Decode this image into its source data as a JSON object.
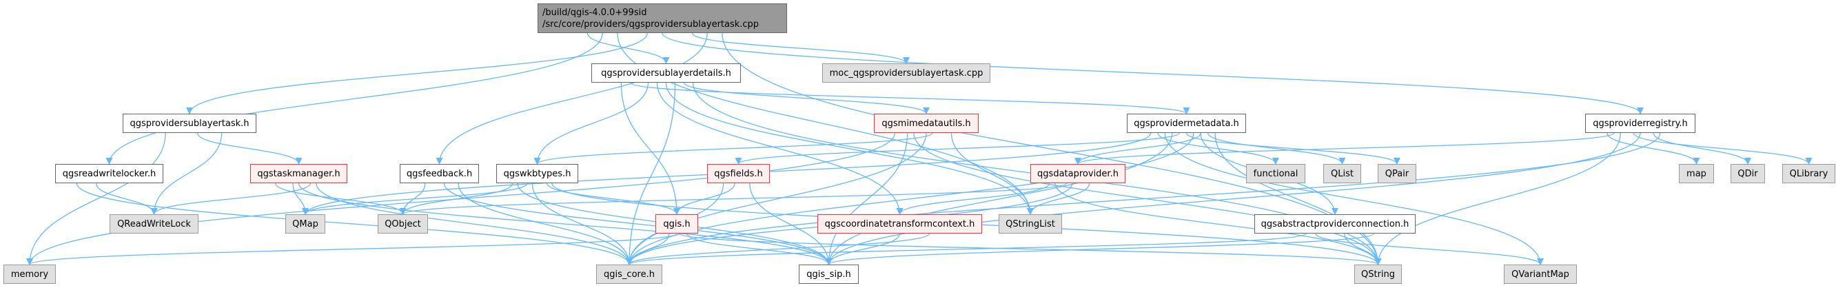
{
  "root": {
    "line1": "/build/qgis-4.0.0+99sid",
    "line2": "/src/core/providers/qgsprovidersublayertask.cpp"
  },
  "nodes": {
    "details": "qgsprovidersublayerdetails.h",
    "moc": "moc_qgsprovidersublayertask.cpp",
    "task": "qgsprovidersublayertask.h",
    "mime": "qgsmimedatautils.h",
    "metadata": "qgsprovidermetadata.h",
    "registry": "qgsproviderregistry.h",
    "rwlocker": "qgsreadwritelocker.h",
    "taskmanager": "qgstaskmanager.h",
    "feedback": "qgsfeedback.h",
    "wkbtypes": "qgswkbtypes.h",
    "fields": "qgsfields.h",
    "dataprovider": "qgsdataprovider.h",
    "functional": "functional",
    "qlist": "QList",
    "qpair": "QPair",
    "map": "map",
    "qdir": "QDir",
    "qlibrary": "QLibrary",
    "qrwlock": "QReadWriteLock",
    "qmap": "QMap",
    "qobject": "QObject",
    "qgis": "qgis.h",
    "ctc": "qgscoordinatetransformcontext.h",
    "qstringlist": "QStringList",
    "apc": "qgsabstractproviderconnection.h",
    "qvariantmap": "QVariantMap",
    "memory": "memory",
    "core": "qgis_core.h",
    "sip": "qgis_sip.h",
    "qstring": "QString"
  },
  "edges": [
    [
      "root",
      "details"
    ],
    [
      "root",
      "moc"
    ],
    [
      "root",
      "task"
    ],
    [
      "root",
      "rwlocker"
    ],
    [
      "root",
      "feedback"
    ],
    [
      "root",
      "registry"
    ],
    [
      "root",
      "qstringlist"
    ],
    [
      "root",
      "qstring"
    ],
    [
      "details",
      "core"
    ],
    [
      "details",
      "wkbtypes"
    ],
    [
      "details",
      "qgis"
    ],
    [
      "details",
      "mime"
    ],
    [
      "details",
      "ctc"
    ],
    [
      "details",
      "metadata"
    ],
    [
      "details",
      "qstring"
    ],
    [
      "details",
      "qstringlist"
    ],
    [
      "task",
      "memory"
    ],
    [
      "task",
      "qrwlock"
    ],
    [
      "task",
      "taskmanager"
    ],
    [
      "rwlocker",
      "qrwlock"
    ],
    [
      "rwlocker",
      "core"
    ],
    [
      "taskmanager",
      "qrwlock"
    ],
    [
      "taskmanager",
      "qmap"
    ],
    [
      "taskmanager",
      "qobject"
    ],
    [
      "taskmanager",
      "core"
    ],
    [
      "taskmanager",
      "sip"
    ],
    [
      "feedback",
      "qobject"
    ],
    [
      "feedback",
      "core"
    ],
    [
      "feedback",
      "sip"
    ],
    [
      "wkbtypes",
      "qmap"
    ],
    [
      "wkbtypes",
      "qobject"
    ],
    [
      "wkbtypes",
      "qgis"
    ],
    [
      "wkbtypes",
      "core"
    ],
    [
      "wkbtypes",
      "sip"
    ],
    [
      "wkbtypes",
      "qstring"
    ],
    [
      "mime",
      "core"
    ],
    [
      "mime",
      "sip"
    ],
    [
      "mime",
      "qstringlist"
    ],
    [
      "mime",
      "wkbtypes"
    ],
    [
      "mime",
      "qstring"
    ],
    [
      "mime",
      "memory"
    ],
    [
      "metadata",
      "dataprovider"
    ],
    [
      "metadata",
      "fields"
    ],
    [
      "metadata",
      "functional"
    ],
    [
      "metadata",
      "qlist"
    ],
    [
      "metadata",
      "qpair"
    ],
    [
      "metadata",
      "qvariantmap"
    ],
    [
      "metadata",
      "qstring"
    ],
    [
      "metadata",
      "core"
    ],
    [
      "metadata",
      "sip"
    ],
    [
      "metadata",
      "qmap"
    ],
    [
      "metadata",
      "apc"
    ],
    [
      "fields",
      "qgis"
    ],
    [
      "fields",
      "core"
    ],
    [
      "fields",
      "sip"
    ],
    [
      "qgis",
      "memory"
    ],
    [
      "qgis",
      "core"
    ],
    [
      "qgis",
      "sip"
    ],
    [
      "qgis",
      "qstring"
    ],
    [
      "dataprovider",
      "qobject"
    ],
    [
      "dataprovider",
      "ctc"
    ],
    [
      "dataprovider",
      "qstringlist"
    ],
    [
      "dataprovider",
      "core"
    ],
    [
      "dataprovider",
      "qstring"
    ],
    [
      "ctc",
      "core"
    ],
    [
      "ctc",
      "sip"
    ],
    [
      "apc",
      "core"
    ],
    [
      "apc",
      "sip"
    ],
    [
      "apc",
      "qstring"
    ],
    [
      "apc",
      "qvariantmap"
    ],
    [
      "registry",
      "map"
    ],
    [
      "registry",
      "qdir"
    ],
    [
      "registry",
      "qlibrary"
    ],
    [
      "registry",
      "dataprovider"
    ],
    [
      "registry",
      "core"
    ],
    [
      "registry",
      "sip"
    ],
    [
      "registry",
      "qstring"
    ]
  ],
  "colors": {
    "edge": "#63b8ff",
    "ext_fill": "#e0e0e0",
    "red_border": "#ff3030",
    "root_fill": "#999999"
  }
}
